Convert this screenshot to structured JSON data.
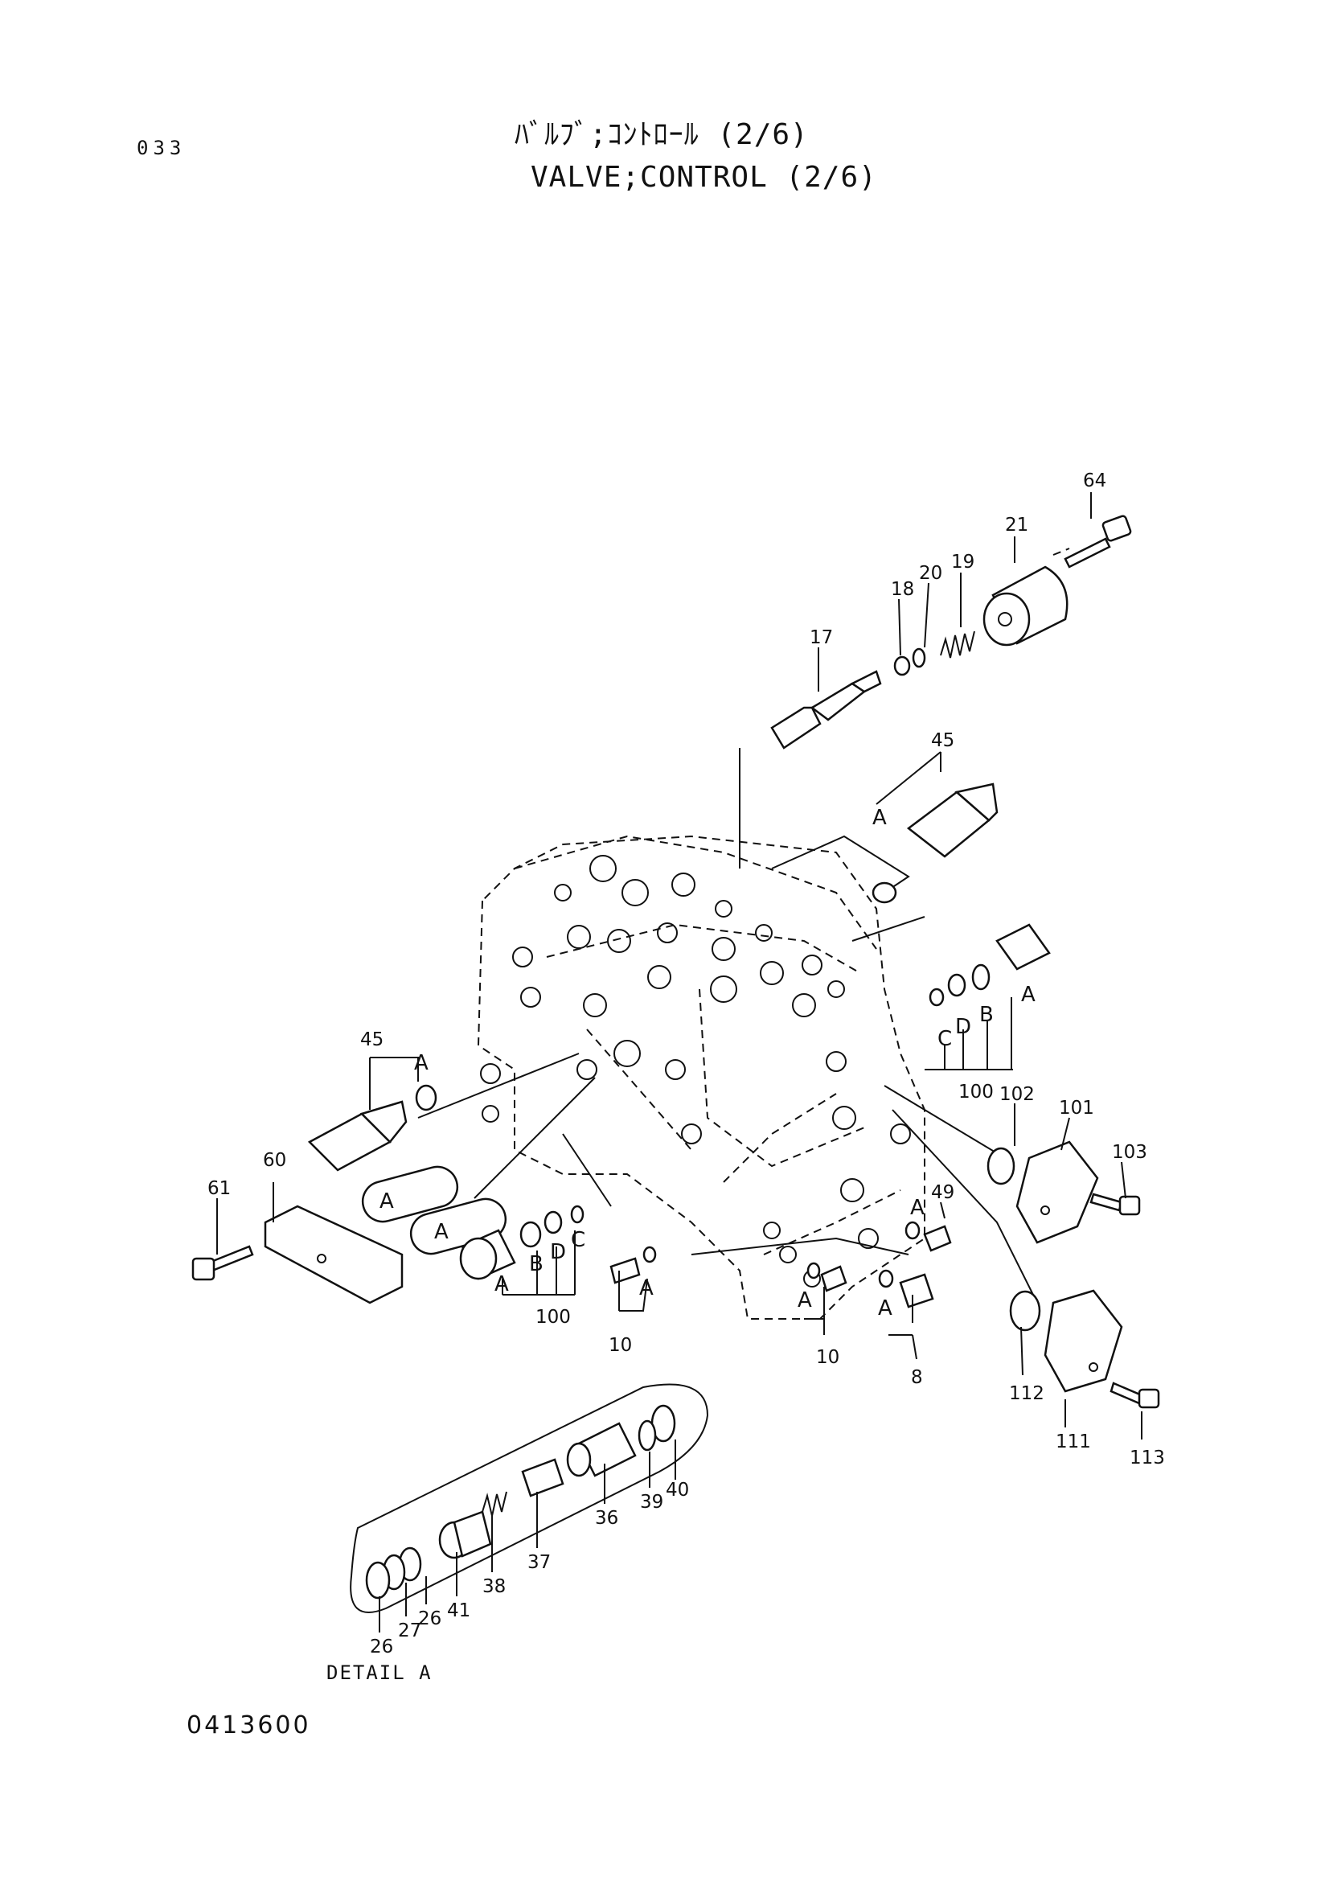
{
  "header": {
    "page_number": "033",
    "title_jp": "ﾊﾞﾙﾌﾞ;ｺﾝﾄﾛｰﾙ (2/6)",
    "title_en": "VALVE;CONTROL (2/6)"
  },
  "footer": {
    "drawing_number": "0413600",
    "detail_caption": "DETAIL A"
  },
  "callouts": {
    "p64": "64",
    "p21": "21",
    "p19": "19",
    "p20": "20",
    "p18": "18",
    "p17": "17",
    "p45_top": "45",
    "p45_left": "45",
    "p100_right": "100",
    "p100_left": "100",
    "p102": "102",
    "p101": "101",
    "p103": "103",
    "p60": "60",
    "p61": "61",
    "p49": "49",
    "p10_a": "10",
    "p10_b": "10",
    "p8": "8",
    "p112": "112",
    "p111": "111",
    "p113": "113",
    "d40": "40",
    "d39": "39",
    "d36": "36",
    "d37": "37",
    "d38": "38",
    "d41": "41",
    "d26a": "26",
    "d27": "27",
    "d26b": "26"
  },
  "letters": {
    "A": "A",
    "B": "B",
    "C": "C",
    "D": "D"
  }
}
